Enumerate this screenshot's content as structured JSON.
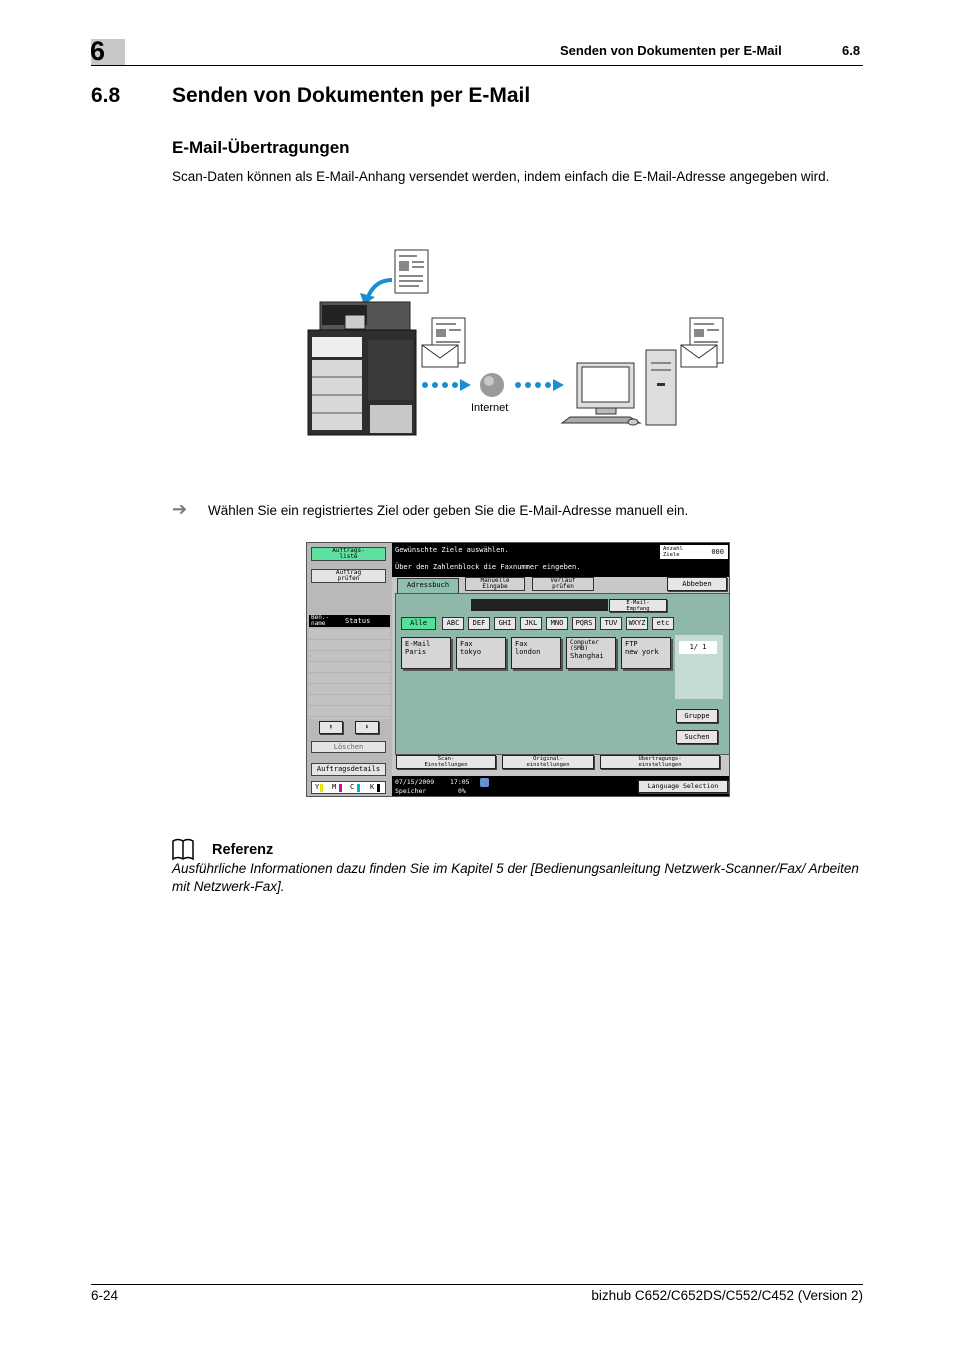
{
  "header": {
    "chapter_number": "6",
    "running_title": "Senden von Dokumenten per E-Mail",
    "section_ref": "6.8"
  },
  "section": {
    "number": "6.8",
    "title": "Senden von Dokumenten per E-Mail"
  },
  "subsection": {
    "title": "E-Mail-Übertragungen",
    "body": "Scan-Daten können als E-Mail-Anhang versendet werden, indem einfach die E-Mail-Adresse angegeben wird."
  },
  "diagram": {
    "internet_label": "Internet"
  },
  "step": {
    "arrow": "➔",
    "text": "Wählen Sie ein registriertes Ziel oder geben Sie die E-Mail-Adresse manuell ein."
  },
  "screen": {
    "left_buttons": [
      "Auftrags-\nliste",
      "Auftrag\nprüfen"
    ],
    "job_columns": [
      "Ben.-\nname",
      "Status"
    ],
    "arrow_up": "⬆",
    "arrow_down": "⬇",
    "delete": "Löschen",
    "job_details": "Auftragsdetails",
    "toner": [
      "Y",
      "M",
      "C",
      "K"
    ],
    "prompt1": "Gewünschte Ziele auswählen.",
    "prompt2": "Über den Zahlenblock die Faxnummer eingeben.",
    "count_label": "Anzahl\nZiele",
    "count_value": "000",
    "tabs": [
      "Adressbuch",
      "Manuelle\nEingabe",
      "Verlauf\nprüfen"
    ],
    "cancel": "Abbeben",
    "email_receive": "E-Mail-\nEmpfang",
    "index": [
      "Alle",
      "ABC",
      "DEF",
      "GHI",
      "JKL",
      "MNO",
      "PQRS",
      "TUV",
      "WXYZ",
      "etc"
    ],
    "destinations": [
      {
        "type": "E-Mail",
        "name": "Paris"
      },
      {
        "type": "Fax",
        "name": "tokyo"
      },
      {
        "type": "Fax",
        "name": "london"
      },
      {
        "type": "Computer\n(SMB)",
        "name": "Shanghai"
      },
      {
        "type": "FTP",
        "name": "new york"
      }
    ],
    "page": "1/ 1",
    "group": "Gruppe",
    "search": "Suchen",
    "bottom_tabs": [
      "Scan-\nEinstellungen",
      "Original-\neinstellungen",
      "Übertragungs-\neinstellungen"
    ],
    "date": "07/15/2009",
    "time": "17:05",
    "memory_label": "Speicher",
    "memory_value": "0%",
    "language": "Language Selection"
  },
  "reference": {
    "title": "Referenz",
    "text": "Ausführliche Informationen dazu finden Sie im Kapitel 5 der [Bedienungsanleitung Netzwerk-Scanner/Fax/ Arbeiten mit Netzwerk-Fax]."
  },
  "footer": {
    "page": "6-24",
    "product": "bizhub C652/C652DS/C552/C452 (Version 2)"
  }
}
